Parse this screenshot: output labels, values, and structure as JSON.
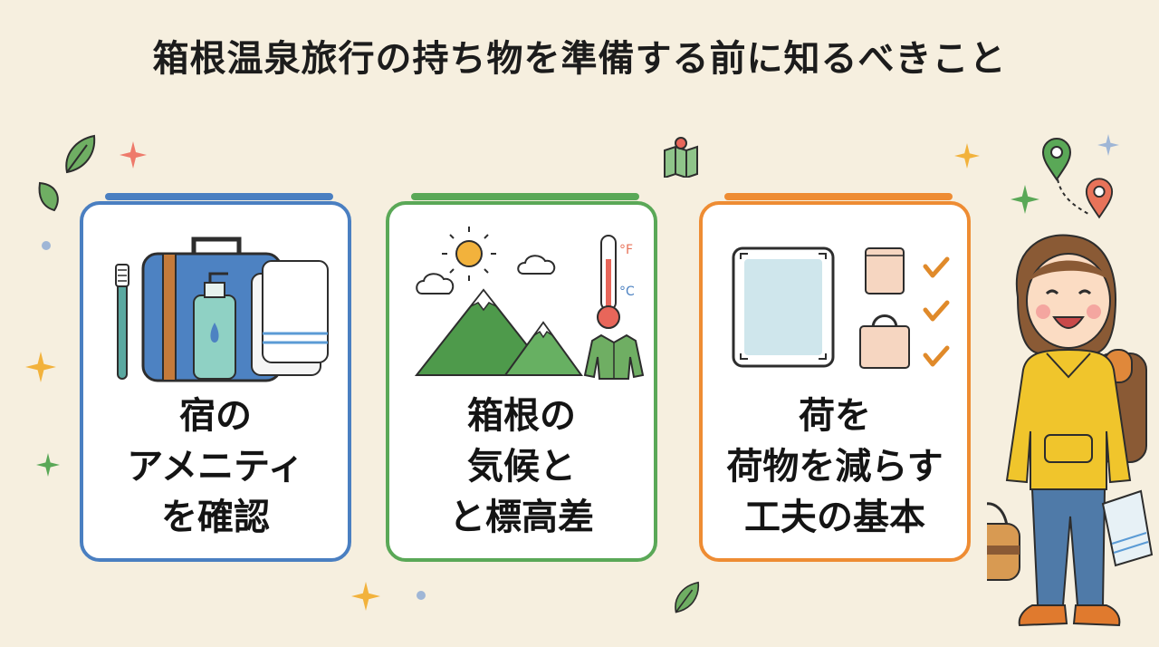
{
  "title": "箱根温泉旅行の持ち物を準備する前に知るべきこと",
  "cards": [
    {
      "lines": [
        "宿の",
        "アメニティ",
        "を確認"
      ],
      "accent": "#4a7fc1",
      "icons": [
        "toothbrush-icon",
        "suitcase-icon",
        "soap-bottle-icon",
        "towel-icon"
      ]
    },
    {
      "lines": [
        "箱根の",
        "気候と",
        "と標高差"
      ],
      "accent": "#5aa857",
      "icons": [
        "sun-icon",
        "cloud-icon",
        "mountain-icon",
        "thermometer-icon",
        "jacket-icon"
      ]
    },
    {
      "lines": [
        "荷を",
        "荷物を減らす",
        "工夫の基本"
      ],
      "accent": "#ee8c33",
      "icons": [
        "compact-case-icon",
        "pouch-icon",
        "tote-bag-icon",
        "checkmark-icon"
      ]
    }
  ],
  "thermometer": {
    "f_label": "°F",
    "c_label": "°C"
  },
  "colors": {
    "background": "#f6efdf",
    "blue": "#4a7fc1",
    "green": "#5aa857",
    "orange": "#ee8c33"
  }
}
